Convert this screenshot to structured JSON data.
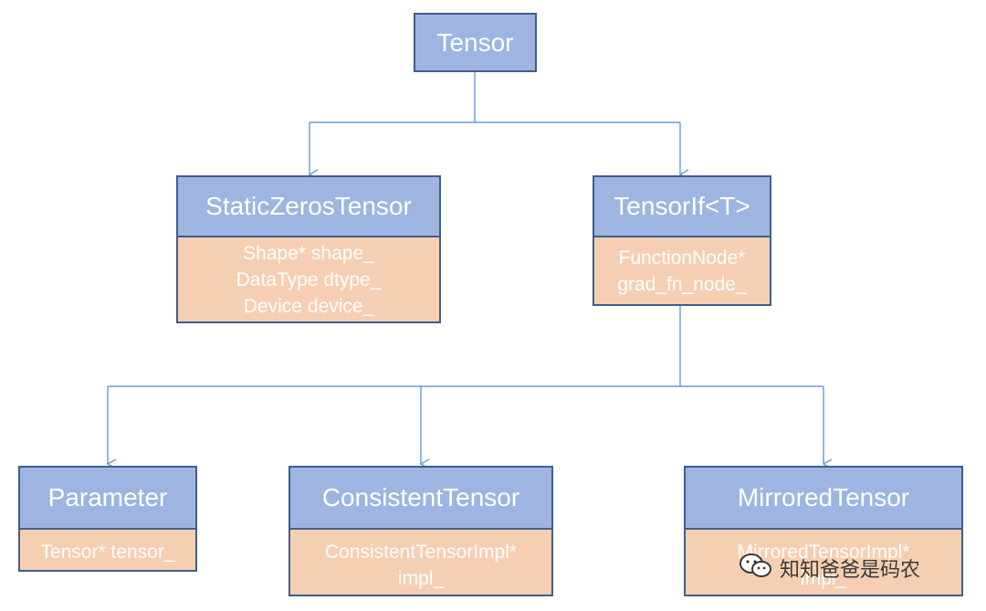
{
  "nodes": {
    "tensor": {
      "title": "Tensor",
      "fields": []
    },
    "static_zeros_tensor": {
      "title": "StaticZerosTensor",
      "fields": [
        "Shape* shape_",
        "DataType dtype_",
        "Device device_"
      ]
    },
    "tensor_if": {
      "title": "TensorIf<T>",
      "fields": [
        "FunctionNode*",
        "grad_fn_node_"
      ]
    },
    "parameter": {
      "title": "Parameter",
      "fields": [
        "Tensor* tensor_"
      ]
    },
    "consistent_tensor": {
      "title": "ConsistentTensor",
      "fields": [
        "ConsistentTensorImpl*",
        "impl_"
      ]
    },
    "mirrored_tensor": {
      "title": "MirroredTensor",
      "fields": [
        "MirroredTensorImpl*",
        "impl_"
      ]
    }
  },
  "edges": [
    {
      "from": "tensor",
      "to": "static_zeros_tensor"
    },
    {
      "from": "tensor",
      "to": "tensor_if"
    },
    {
      "from": "tensor_if",
      "to": "parameter"
    },
    {
      "from": "tensor_if",
      "to": "consistent_tensor"
    },
    {
      "from": "tensor_if",
      "to": "mirrored_tensor"
    }
  ],
  "watermark": {
    "text": "知知爸爸是码农",
    "icon": "wechat-icon"
  },
  "colors": {
    "title_fill": "#9db5e0",
    "field_fill": "#f6cfb2",
    "border": "#3f5e8f",
    "edge": "#6a9bd0"
  }
}
